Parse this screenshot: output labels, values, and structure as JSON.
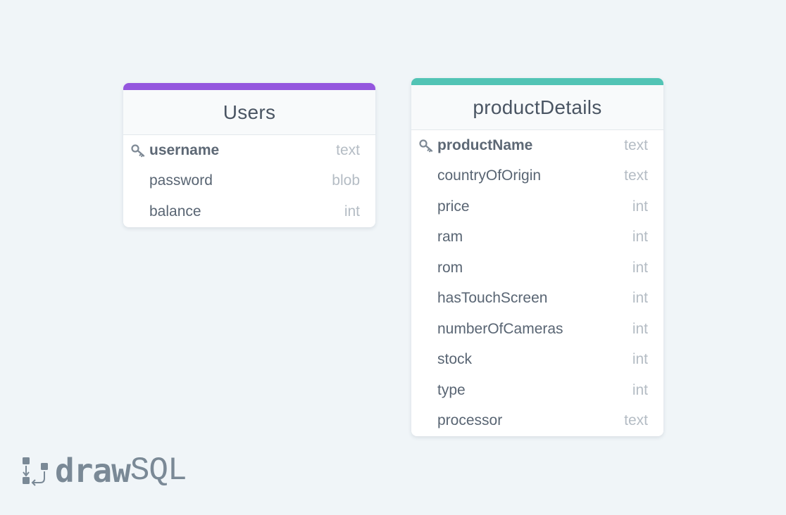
{
  "colors": {
    "background": "#f0f5f8",
    "users_accent": "#9456de",
    "product_accent": "#52c4b5"
  },
  "tables": {
    "users": {
      "name": "Users",
      "columns": [
        {
          "name": "username",
          "type": "text",
          "primary_key": true
        },
        {
          "name": "password",
          "type": "blob",
          "primary_key": false
        },
        {
          "name": "balance",
          "type": "int",
          "primary_key": false
        }
      ]
    },
    "products": {
      "name": "productDetails",
      "columns": [
        {
          "name": "productName",
          "type": "text",
          "primary_key": true
        },
        {
          "name": "countryOfOrigin",
          "type": "text",
          "primary_key": false
        },
        {
          "name": "price",
          "type": "int",
          "primary_key": false
        },
        {
          "name": "ram",
          "type": "int",
          "primary_key": false
        },
        {
          "name": "rom",
          "type": "int",
          "primary_key": false
        },
        {
          "name": "hasTouchScreen",
          "type": "int",
          "primary_key": false
        },
        {
          "name": "numberOfCameras",
          "type": "int",
          "primary_key": false
        },
        {
          "name": "stock",
          "type": "int",
          "primary_key": false
        },
        {
          "name": "type",
          "type": "int",
          "primary_key": false
        },
        {
          "name": "processor",
          "type": "text",
          "primary_key": false
        }
      ]
    }
  },
  "logo": {
    "part1": "draw",
    "part2": "SQL",
    "icon": "drawsql-logo-icon"
  }
}
